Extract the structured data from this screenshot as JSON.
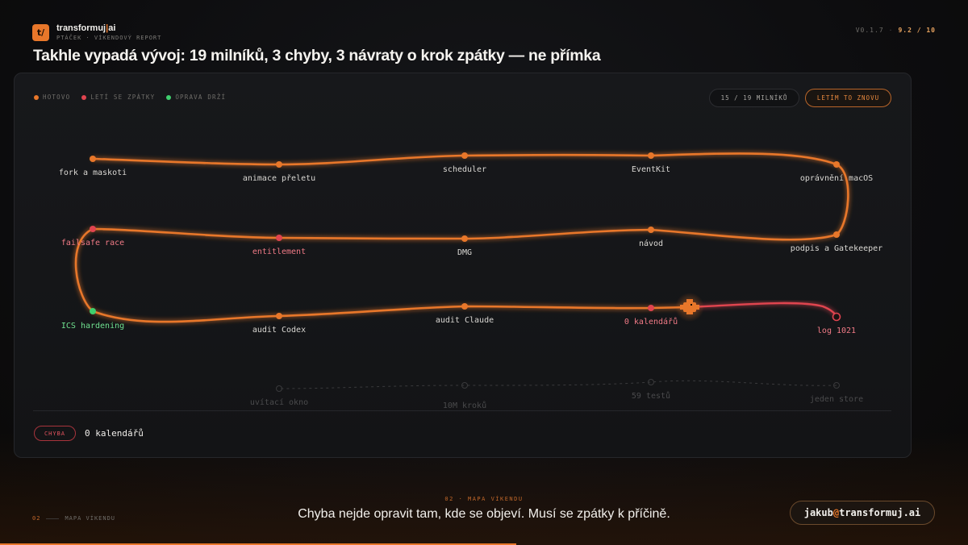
{
  "brand": {
    "logo_text": "t/",
    "name_a": "transformuj",
    "name_b": "ai",
    "subtitle": "PTÁČEK · VÍKENDOVÝ REPORT"
  },
  "version": {
    "number": "V0.1.7",
    "score": "9.2 / 10"
  },
  "headline": "Takhle vypadá vývoj: 19 milníků, 3 chyby, 3 návraty o krok zpátky — ne přímka",
  "legend": [
    {
      "label": "HOTOVO",
      "color": "#e8772a"
    },
    {
      "label": "LETÍ SE ZPÁTKY",
      "color": "#e0444f"
    },
    {
      "label": "OPRAVA DRŽÍ",
      "color": "#3fcf6e"
    }
  ],
  "counter": "15 / 19 MILNÍKŮ",
  "replay_label": "LETÍM TO ZNOVU",
  "milestones": [
    {
      "label": "fork a maskoti",
      "status": "done"
    },
    {
      "label": "animace přeletu",
      "status": "done"
    },
    {
      "label": "scheduler",
      "status": "done"
    },
    {
      "label": "EventKit",
      "status": "done"
    },
    {
      "label": "oprávnění macOS",
      "status": "done"
    },
    {
      "label": "podpis a Gatekeeper",
      "status": "done"
    },
    {
      "label": "návod",
      "status": "done"
    },
    {
      "label": "DMG",
      "status": "done"
    },
    {
      "label": "entitlement",
      "status": "error"
    },
    {
      "label": "failsafe race",
      "status": "error"
    },
    {
      "label": "ICS hardening",
      "status": "fixed"
    },
    {
      "label": "audit Codex",
      "status": "done"
    },
    {
      "label": "audit Claude",
      "status": "done"
    },
    {
      "label": "0 kalendářů",
      "status": "error"
    },
    {
      "label": "log 1021",
      "status": "current"
    },
    {
      "label": "jeden store",
      "status": "pending"
    },
    {
      "label": "59 testů",
      "status": "pending"
    },
    {
      "label": "10M kroků",
      "status": "pending"
    },
    {
      "label": "uvítací okno",
      "status": "pending"
    }
  ],
  "status_bar": {
    "tag": "CHYBA",
    "text": "0 kalendářů"
  },
  "footer": {
    "section_num": "02",
    "section_name": "MAPA VÍKENDU",
    "kicker": "02 · MAPA VÍKENDU",
    "caption": "Chyba nejde opravit tam, kde se objeví. Musí se zpátky k příčině.",
    "email_user": "jakub",
    "email_at": "@",
    "email_domain": "transformuj.ai"
  },
  "colors": {
    "accent": "#e8772a",
    "error": "#e0444f",
    "fix": "#3fcf6e",
    "pending": "#3a3a3c"
  }
}
